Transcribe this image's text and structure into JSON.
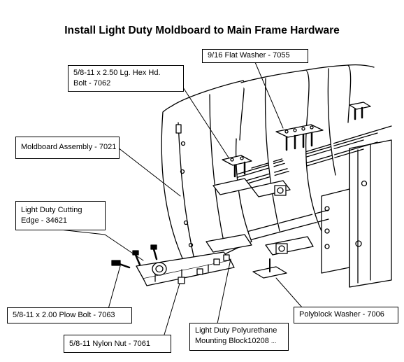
{
  "title": "Install Light Duty Moldboard to Main Frame Hardware",
  "callouts": {
    "flat_washer": "9/16 Flat Washer - 7055",
    "hex_bolt_line1": "5/8-11 x 2.50 Lg. Hex Hd.",
    "hex_bolt_line2": "Bolt - 7062",
    "moldboard": "Moldboard Assembly - 7021",
    "cutting_edge_line1": "Light Duty Cutting",
    "cutting_edge_line2": "Edge - 34621",
    "plow_bolt": "5/8-11 x 2.00 Plow Bolt - 7063",
    "nylon_nut": "5/8-11 Nylon Nut - 7061",
    "mounting_block_line1": "Light Duty Polyurethane",
    "mounting_block_line2": "Mounting Block",
    "mounting_block_number": "10208",
    "mounting_block_suffix": "...",
    "polyblock_washer": "Polyblock Washer - 7006"
  }
}
